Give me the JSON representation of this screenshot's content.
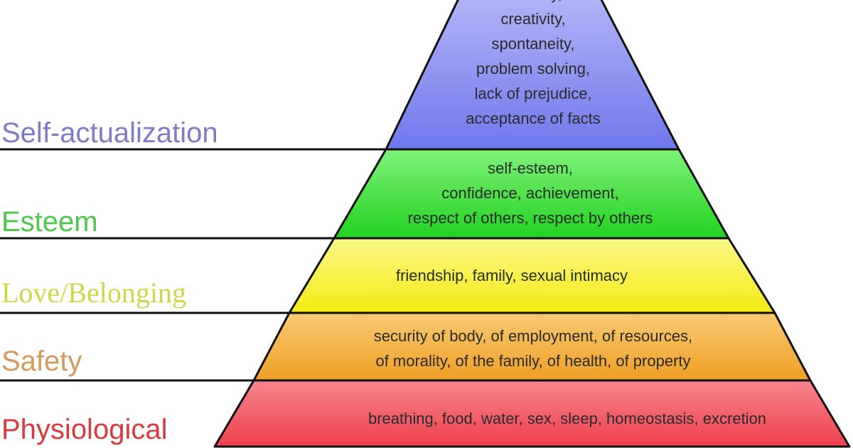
{
  "pyramid": {
    "levels": [
      {
        "name": "Self-actualization",
        "color": "#7f86ec",
        "label_color": "#7f7bc9",
        "description": [
          "morality,",
          "creativity,",
          "spontaneity,",
          "problem solving,",
          "lack of prejudice,",
          "acceptance of facts"
        ]
      },
      {
        "name": "Esteem",
        "color": "#33dd2e",
        "label_color": "#4dc94a",
        "description": [
          "self-esteem,",
          "confidence, achievement,",
          "respect of others, respect by others"
        ]
      },
      {
        "name": "Love/Belonging",
        "color": "#f5f025",
        "label_color": "#cfd64a",
        "description": [
          "friendship, family, sexual intimacy"
        ]
      },
      {
        "name": "Safety",
        "color": "#f3ae3d",
        "label_color": "#d39a5a",
        "description": [
          "security of body, of employment, of resources,",
          "of morality, of the family, of health, of property"
        ]
      },
      {
        "name": "Physiological",
        "color": "#f0545e",
        "label_color": "#d83a3f",
        "description": [
          "breathing, food, water, sex, sleep, homeostasis, excretion"
        ]
      }
    ]
  }
}
